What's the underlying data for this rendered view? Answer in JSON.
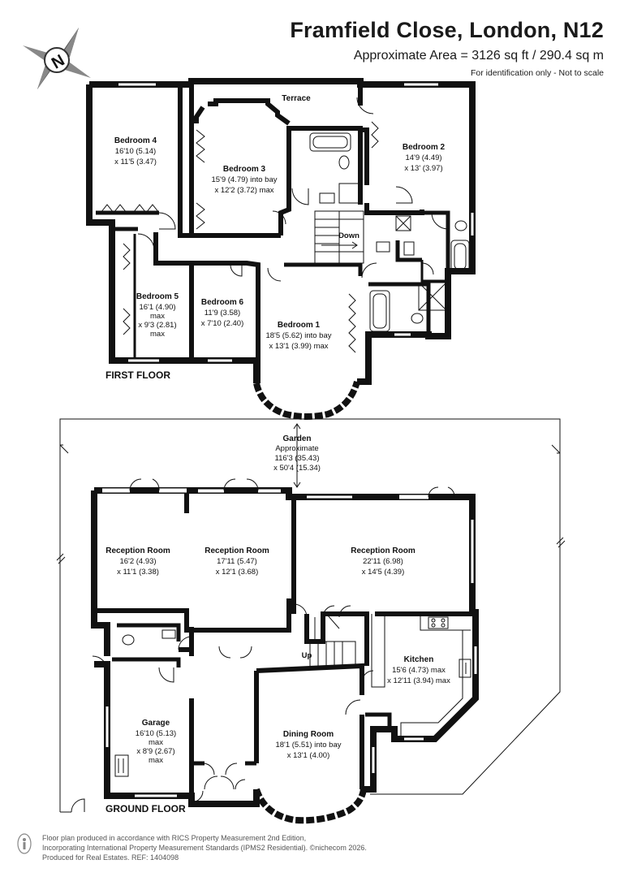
{
  "header": {
    "title": "Framfield Close, London, N12",
    "area": "Approximate Area = 3126 sq ft / 290.4 sq m",
    "note": "For identification only - Not to scale"
  },
  "compass": {
    "letter": "N"
  },
  "first_floor": {
    "label": "FIRST FLOOR",
    "terrace": "Terrace",
    "stairs": "Down",
    "rooms": {
      "bedroom4": [
        "Bedroom 4",
        "16'10 (5.14)",
        "x 11'5 (3.47)"
      ],
      "bedroom3": [
        "Bedroom 3",
        "15'9 (4.79) into bay",
        "x 12'2 (3.72) max"
      ],
      "bedroom2": [
        "Bedroom 2",
        "14'9 (4.49)",
        "x 13' (3.97)"
      ],
      "bedroom5": [
        "Bedroom 5",
        "16'1 (4.90)",
        "max",
        "x 9'3 (2.81)",
        "max"
      ],
      "bedroom6": [
        "Bedroom 6",
        "11'9 (3.58)",
        "x 7'10 (2.40)"
      ],
      "bedroom1": [
        "Bedroom 1",
        "18'5 (5.62) into bay",
        "x 13'1 (3.99) max"
      ]
    }
  },
  "ground_floor": {
    "label": "GROUND FLOOR",
    "stairs": "Up",
    "garden": [
      "Garden",
      "Approximate",
      "116'3 (35.43)",
      "x 50'4 (15.34)"
    ],
    "rooms": {
      "reception_a": [
        "Reception Room",
        "16'2 (4.93)",
        "x 11'1 (3.38)"
      ],
      "reception_b": [
        "Reception Room",
        "17'11 (5.47)",
        "x 12'1 (3.68)"
      ],
      "reception_c": [
        "Reception Room",
        "22'11 (6.98)",
        "x 14'5 (4.39)"
      ],
      "kitchen": [
        "Kitchen",
        "15'6 (4.73) max",
        "x 12'11 (3.94) max"
      ],
      "dining": [
        "Dining Room",
        "18'1 (5.51) into bay",
        "x 13'1 (4.00)"
      ],
      "garage": [
        "Garage",
        "16'10 (5.13)",
        "max",
        "x 8'9 (2.67)",
        "max"
      ]
    }
  },
  "footer": {
    "lines": [
      "Floor plan produced in accordance with RICS Property Measurement 2nd Edition,",
      "Incorporating International Property Measurement Standards (IPMS2 Residential).  ©nichecom 2026.",
      "Produced for Real Estates.   REF: 1404098"
    ]
  }
}
